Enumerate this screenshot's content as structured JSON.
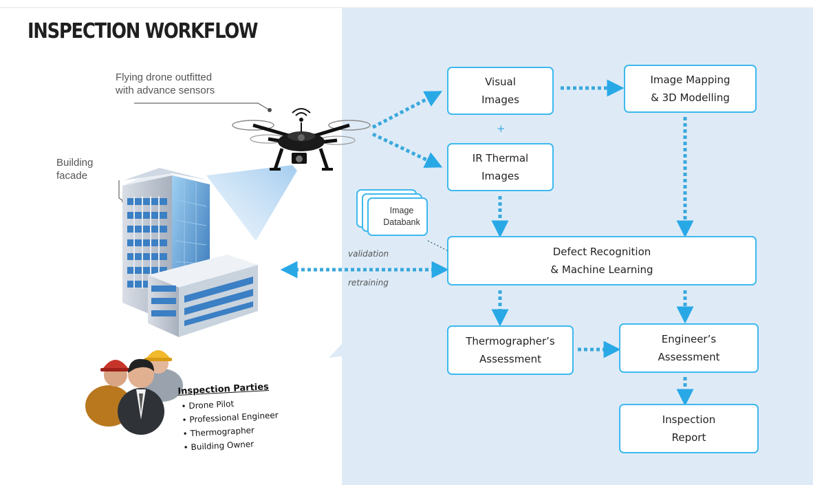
{
  "title": "INSPECTION WORKFLOW",
  "callouts": {
    "drone": [
      "Flying drone outfitted",
      "with advance sensors"
    ],
    "facade": [
      "Building",
      "facade"
    ]
  },
  "boxes": {
    "visual": [
      "Visual",
      "Images"
    ],
    "mapping": [
      "Image Mapping",
      "& 3D Modelling"
    ],
    "ir": [
      "IR Thermal",
      "Images"
    ],
    "defect": [
      "Defect Recognition",
      "& Machine Learning"
    ],
    "thermographer": [
      "Thermographer’s",
      "Assessment"
    ],
    "engineer": [
      "Engineer’s",
      "Assessment"
    ],
    "report": [
      "Inspection",
      "Report"
    ]
  },
  "plus": "+",
  "databank": [
    "Image",
    "Databank"
  ],
  "edge_labels": {
    "validation": "validation",
    "retraining": "retraining"
  },
  "parties": {
    "title": "Inspection Parties",
    "items": [
      "Drone Pilot",
      "Professional Engineer",
      "Thermographer",
      "Building Owner"
    ]
  },
  "colors": {
    "accent": "#3db8ee",
    "panel": "#deebf7",
    "arrow": "#3aa8dc"
  }
}
